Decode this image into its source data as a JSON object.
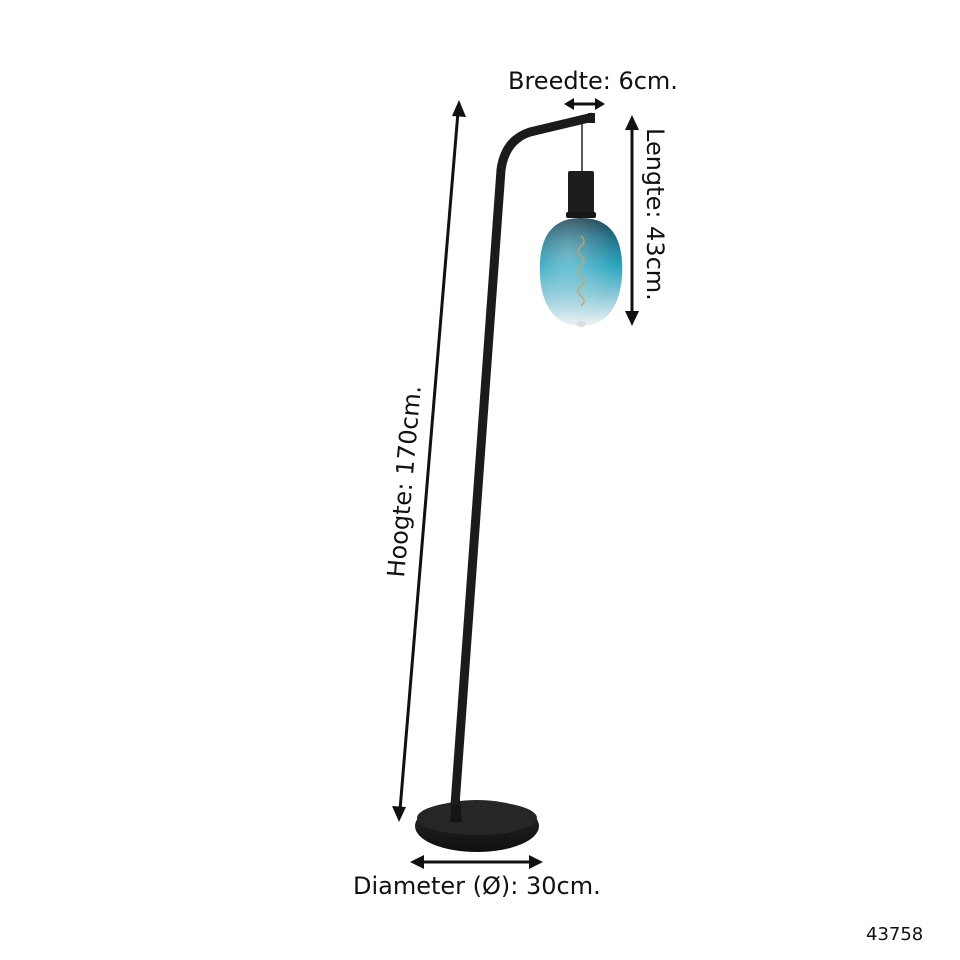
{
  "dimensions": {
    "width_label": "Breedte: 6cm.",
    "length_label": "Lengte: 43cm.",
    "height_label": "Hoogte: 170cm.",
    "diameter_label": "Diameter (Ø): 30cm."
  },
  "product_code": "43758",
  "colors": {
    "frame": "#1b1b1b",
    "arrow": "#111111",
    "glass_top": "#1f4d5c",
    "glass_mid": "#2aa3bd",
    "glass_bottom": "#e9eef2"
  }
}
